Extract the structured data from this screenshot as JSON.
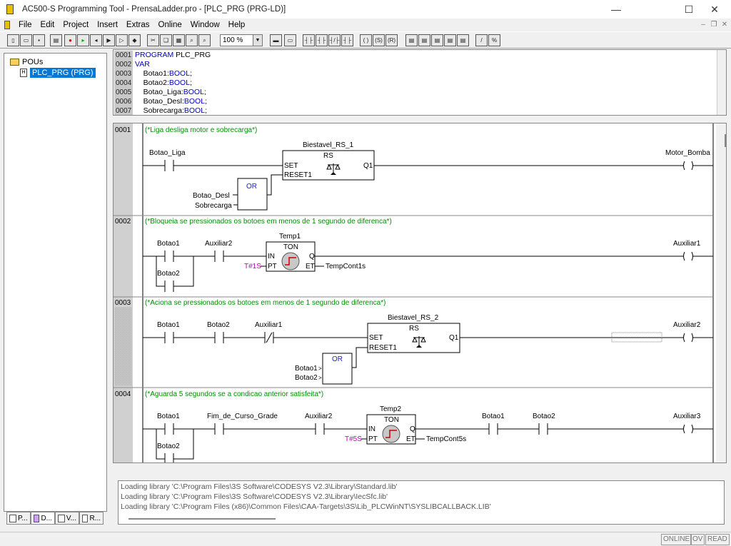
{
  "window": {
    "title": "AC500-S Programming Tool - PrensaLadder.pro - [PLC_PRG (PRG-LD)]",
    "controls": {
      "minimize": "—",
      "maximize": "☐",
      "close": "✕"
    }
  },
  "menu": [
    "File",
    "Edit",
    "Project",
    "Insert",
    "Extras",
    "Online",
    "Window",
    "Help"
  ],
  "toolbar": {
    "zoom": "100 %"
  },
  "pou_tree": {
    "root": "POUs",
    "item": "PLC_PRG (PRG)"
  },
  "left_tabs": [
    "P...",
    "D...",
    "V...",
    "R..."
  ],
  "declaration": {
    "lines": [
      {
        "n": "0001",
        "kw": "PROGRAM",
        "rest": " PLC_PRG"
      },
      {
        "n": "0002",
        "kw": "VAR",
        "rest": ""
      },
      {
        "n": "0003",
        "name": "    Botao1:",
        "type": "BOOL",
        "end": ";"
      },
      {
        "n": "0004",
        "name": "    Botao2:",
        "type": "BOOL",
        "end": ";"
      },
      {
        "n": "0005",
        "name": "    Botao_Liga:",
        "type": "BOOL",
        "end": ";"
      },
      {
        "n": "0006",
        "name": "    Botao_Desl:",
        "type": "BOOL",
        "end": ";"
      },
      {
        "n": "0007",
        "name": "    Sobrecarga:",
        "type": "BOOL",
        "end": ";"
      }
    ]
  },
  "networks": [
    {
      "n": "0001",
      "comment": "(*Liga desliga motor e sobrecarga*)",
      "contact1": "Botao_Liga",
      "fb_instance": "Biestavel_RS_1",
      "fb_type": "RS",
      "pin_set": "SET",
      "pin_reset": "RESET1",
      "pin_q": "Q1",
      "or_label": "OR",
      "or_in1": "Botao_Desl",
      "or_in2": "Sobrecarga",
      "coil": "Motor_Bomba"
    },
    {
      "n": "0002",
      "comment": "(*Bloqueia se pressionados os botoes em menos de 1 segundo de diferenca*)",
      "contact1": "Botao1",
      "contact_par": "Botao2",
      "contact2": "Auxiliar2",
      "fb_instance": "Temp1",
      "fb_type": "TON",
      "pin_in": "IN",
      "pin_pt": "PT",
      "pin_q": "Q",
      "pin_et": "ET",
      "pt_value": "T#1S",
      "et_out": "TempCont1s",
      "coil": "Auxiliar1"
    },
    {
      "n": "0003",
      "comment": "(*Aciona se pressionados os botoes em menos de 1 segundo de diferenca*)",
      "contact1": "Botao1",
      "contact2": "Botao2",
      "contact3": "Auxiliar1",
      "fb_instance": "Biestavel_RS_2",
      "fb_type": "RS",
      "pin_set": "SET",
      "pin_reset": "RESET1",
      "pin_q": "Q1",
      "or_label": "OR",
      "or_in1": "Botao1",
      "or_in2": "Botao2",
      "coil": "Auxiliar2"
    },
    {
      "n": "0004",
      "comment": "(*Aguarda 5 segundos se a condicao anterior satisfeita*)",
      "contact1": "Botao1",
      "contact_par": "Botao2",
      "contact2": "Fim_de_Curso_Grade",
      "contact3": "Auxiliar2",
      "fb_instance": "Temp2",
      "fb_type": "TON",
      "pin_in": "IN",
      "pin_pt": "PT",
      "pin_q": "Q",
      "pin_et": "ET",
      "pt_value": "T#5S",
      "et_out": "TempCont5s",
      "contact4": "Botao1",
      "contact5": "Botao2",
      "coil": "Auxiliar3"
    }
  ],
  "messages": [
    "Loading library 'C:\\Program Files\\3S Software\\CODESYS V2.3\\Library\\Standard.lib'",
    "Loading library 'C:\\Program Files\\3S Software\\CODESYS V2.3\\Library\\IecSfc.lib'",
    "Loading library 'C:\\Program Files (x86)\\Common Files\\CAA-Targets\\3S\\Lib_PLCWinNT\\SYSLIBCALLBACK.LIB'"
  ],
  "status": [
    "ONLINE",
    "OV",
    "READ"
  ]
}
